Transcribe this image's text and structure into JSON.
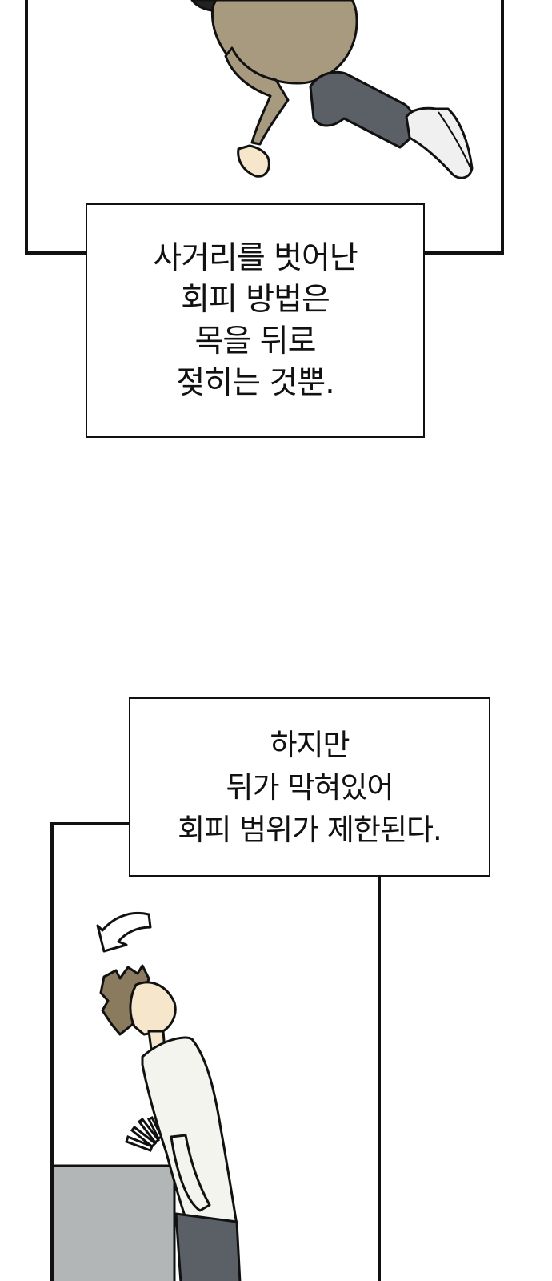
{
  "captions": {
    "first": {
      "lines": [
        "사거리를 벗어난",
        "회피 방법은",
        "목을 뒤로",
        "젖히는 것뿐."
      ]
    },
    "second": {
      "lines": [
        "하지만",
        "뒤가 막혀있어",
        "회피 범위가 제한된다."
      ]
    }
  },
  "icons": {
    "motion_arrow": "curved-arrow-icon",
    "motion_lines": "motion-lines-icon"
  },
  "colors": {
    "ink": "#111111",
    "jacket": "#a89a7e",
    "pants": "#5b5f66",
    "wall_block": "#b2b6b7",
    "skin": "#f6e6cc",
    "hair": "#8a7a5e"
  }
}
